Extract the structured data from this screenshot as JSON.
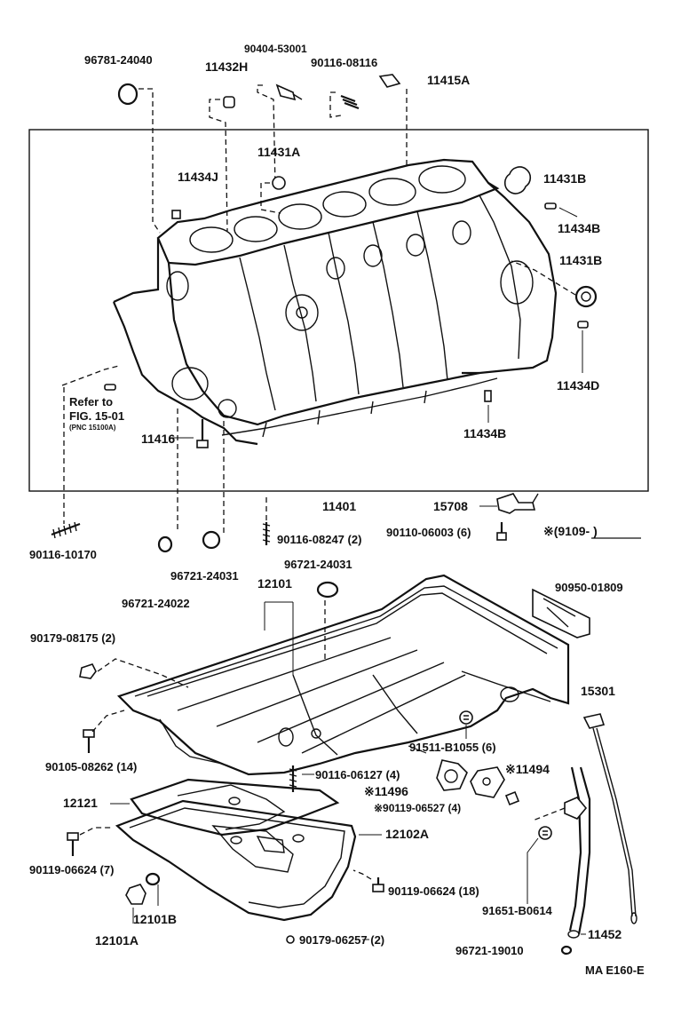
{
  "diagram": {
    "footer_code": "MA E160-E",
    "refer_note": {
      "line1": "Refer to",
      "line2": "FIG. 15-01",
      "line3": "(PNC 15100A)"
    },
    "labels": {
      "p96781_24040": "96781-24040",
      "p90404_53001": "90404-53001",
      "p11432H": "11432H",
      "p90116_08116": "90116-08116",
      "p11415A": "11415A",
      "p11431A": "11431A",
      "p11434J": "11434J",
      "p11431B_top": "11431B",
      "p11434B_top": "11434B",
      "p11431B_mid": "11431B",
      "p11434D": "11434D",
      "p11434B_low": "11434B",
      "p11416": "11416",
      "p11401": "11401",
      "p15708": "15708",
      "p90110_06003": "90110-06003 (6)",
      "date_note": "※(9109-        )",
      "p90116_10170": "90116-10170",
      "p90116_08247": "90116-08247 (2)",
      "p96721_24031_a": "96721-24031",
      "p96721_24031_b": "96721-24031",
      "p12101": "12101",
      "p96721_24022": "96721-24022",
      "p90950_01809": "90950-01809",
      "p90179_08175": "90179-08175 (2)",
      "p15301": "15301",
      "p91511_B1055": "91511-B1055 (6)",
      "p90105_08262": "90105-08262 (14)",
      "p90116_06127": "90116-06127 (4)",
      "p11494": "※11494",
      "p11496": "※11496",
      "p90119_06527": "※90119-06527 (4)",
      "p12121": "12121",
      "p12102A": "12102A",
      "p90119_06624_7": "90119-06624 (7)",
      "p90119_06624_18": "90119-06624 (18)",
      "p12101B": "12101B",
      "p91651_B0614": "91651-B0614",
      "p12101A": "12101A",
      "p11452": "11452",
      "p90179_06257": "90179-06257 (2)",
      "p96721_19010": "96721-19010"
    }
  }
}
